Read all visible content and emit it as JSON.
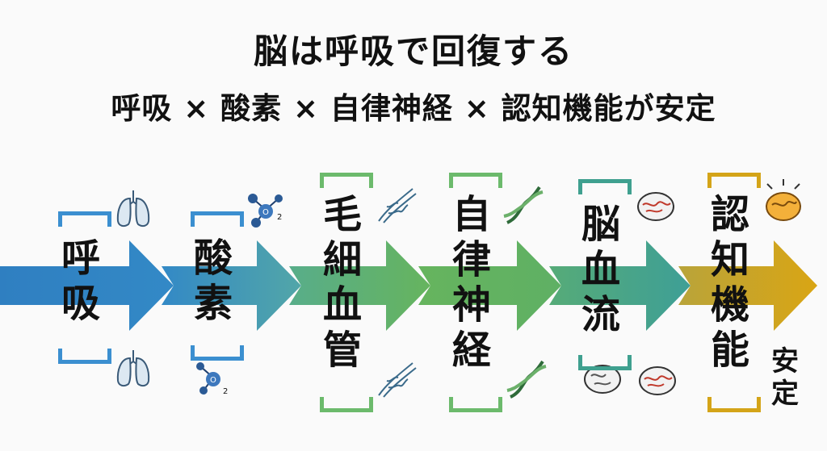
{
  "title": {
    "line1": "脳は呼吸で回復する",
    "line2": "呼吸 × 酸素 × 自律神経 × 認知機能が安定"
  },
  "stages": [
    {
      "label": "呼吸",
      "color": "#2f7fc1",
      "icon": "lungs-icon"
    },
    {
      "label": "酸素",
      "color": "#3a8cc4",
      "icon": "oxygen-molecule-icon",
      "subscript": "2"
    },
    {
      "label": "毛細血管",
      "color": "#5aa86b",
      "icon": "capillary-icon"
    },
    {
      "label": "自律神経",
      "color": "#56a85e",
      "icon": "dna-nerve-icon"
    },
    {
      "label": "脳血流",
      "color": "#3fa08f",
      "icon": "brain-bloodflow-icon"
    },
    {
      "label": "認知機能",
      "color": "#c9a227",
      "icon": "glowing-brain-icon"
    }
  ],
  "result": "安定",
  "colors": {
    "blue": "#2f7fc1",
    "green": "#63b35a",
    "teal": "#3fa08f",
    "gold": "#d4a418"
  }
}
